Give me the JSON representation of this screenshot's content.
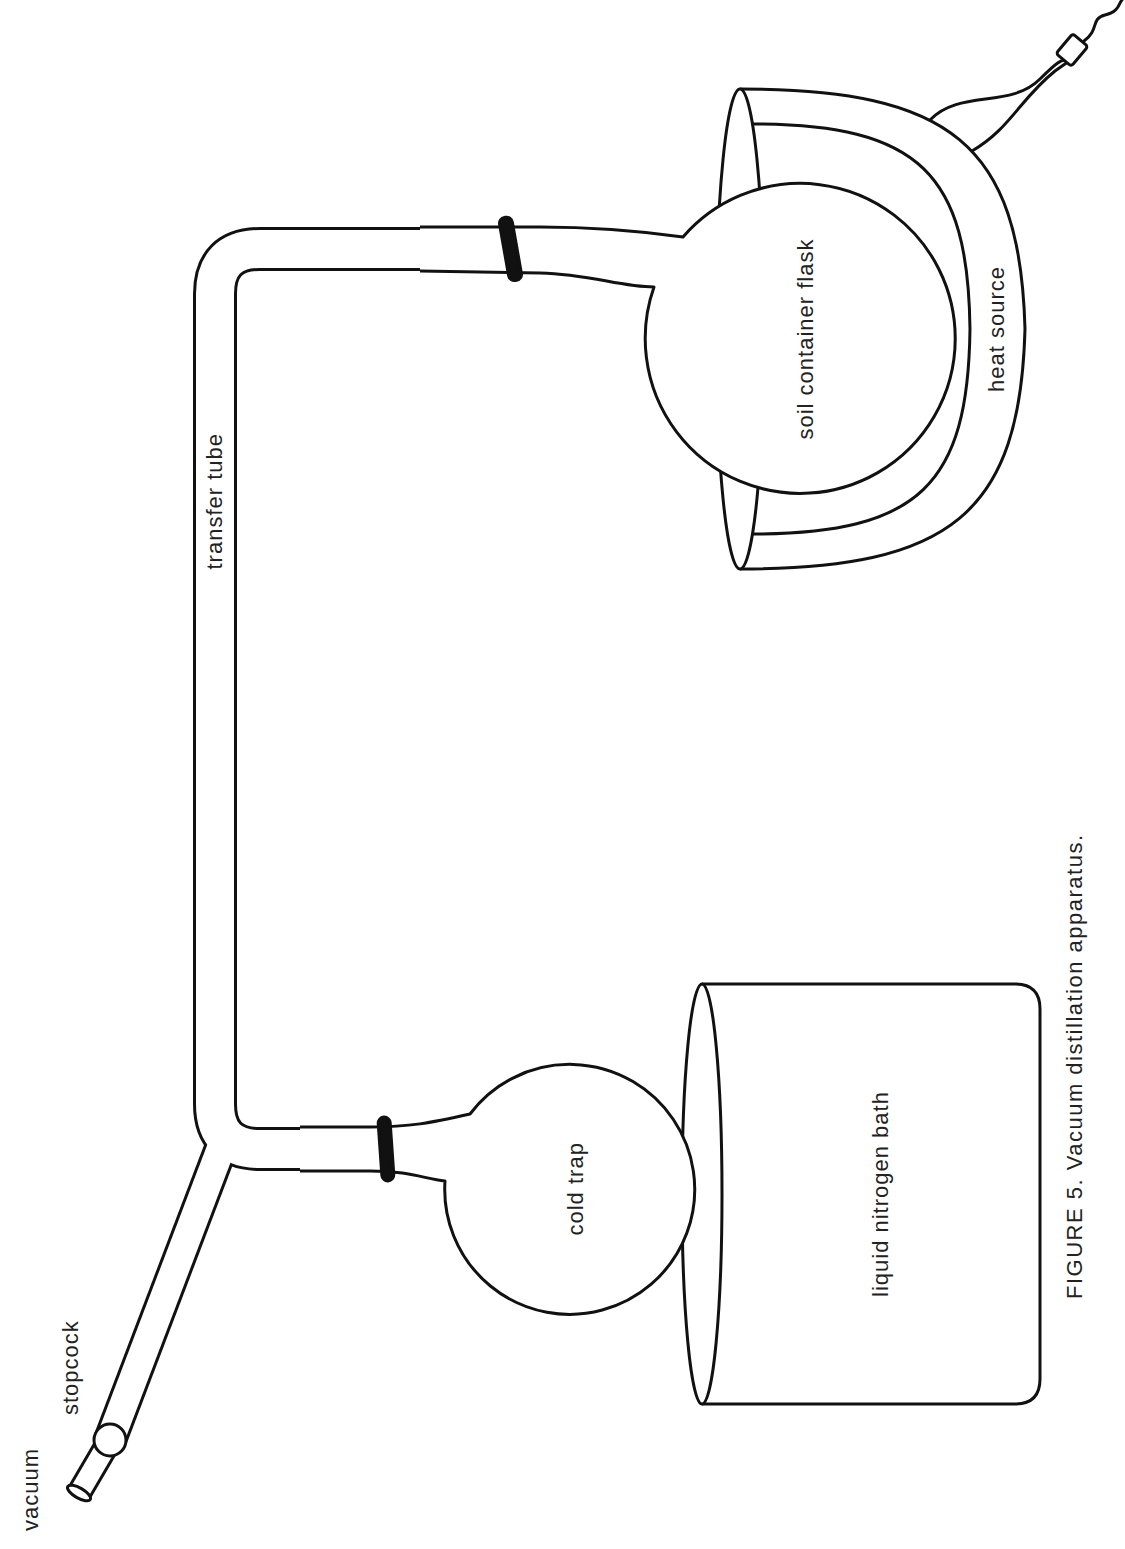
{
  "diagram": {
    "caption": "FIGURE 5. Vacuum distillation apparatus.",
    "nodes": [
      {
        "text": [
          "soil container flask"
        ]
      },
      {
        "text": [
          "heat source"
        ]
      },
      {
        "text": [
          "cold trap"
        ]
      },
      {
        "text": [
          "liquid nitrogen bath"
        ]
      }
    ],
    "edges": [
      {
        "from": 0,
        "to": 2,
        "arrow": "none",
        "label": "transfer tube"
      }
    ],
    "labels": [
      "vacuum",
      "stopcock"
    ]
  }
}
